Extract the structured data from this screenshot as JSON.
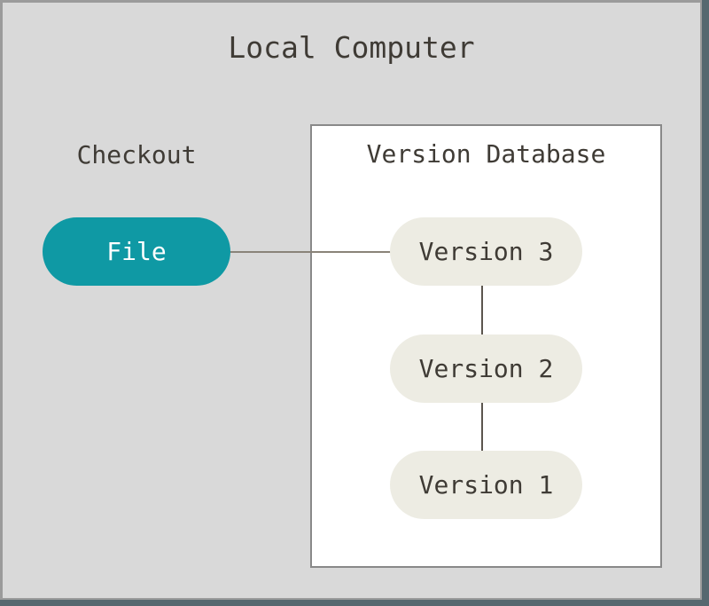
{
  "diagram": {
    "title": "Local Computer",
    "checkout": {
      "label": "Checkout",
      "file_node_label": "File"
    },
    "version_database": {
      "title": "Version Database",
      "versions": [
        "Version 3",
        "Version 2",
        "Version 1"
      ]
    },
    "connections": [
      "File - Version 3",
      "Version 3 - Version 2",
      "Version 2 - Version 1"
    ],
    "colors": {
      "canvas_background": "#d9d9d9",
      "frame_border": "#9b9b9b",
      "frame_shadow": "#56686f",
      "box_background": "#ffffff",
      "box_border": "#898989",
      "file_pill_background": "#0f99a4",
      "file_pill_text": "#ffffff",
      "version_pill_background": "#edece3",
      "text": "#3f3b35",
      "connector_horizontal": "#8a8479",
      "connector_vertical": "#5c564e"
    }
  }
}
